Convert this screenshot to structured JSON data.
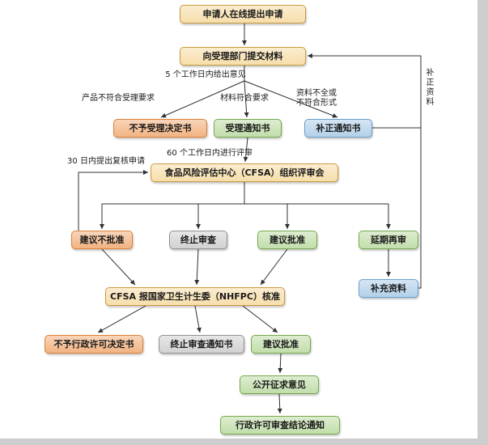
{
  "flowchart": {
    "nodes": {
      "apply_online": "申请人在线提出申请",
      "submit_materials": "向受理部门提交材料",
      "reject_acceptance": "不予受理决定书",
      "acceptance_notice": "受理通知书",
      "correction_notice": "补正通知书",
      "cfsa_review": "食品风险评估中心（CFSA）组织评审会",
      "not_approve": "建议不批准",
      "terminate_review": "终止审查",
      "recommend_approve": "建议批准",
      "postpone_review": "延期再审",
      "supplement_materials": "补充资料",
      "nhfpc_approval": "CFSA 报国家卫生计生委（NHFPC）核准",
      "no_license": "不予行政许可决定书",
      "terminate_notice": "终止审查通知书",
      "recommend_approve2": "建议批准",
      "public_comment": "公开征求意见",
      "conclusion_notice": "行政许可审查结论通知"
    },
    "labels": {
      "five_days": "5 个工作日内给出意见",
      "product_fail": "产品不符合受理要求",
      "material_ok": "材料符合要求",
      "material_incomplete": "资料不全或\n不符合形式",
      "sixty_days": "60 个工作日内进行评审",
      "thirty_days": "30 日内提出复核申请",
      "correction_materials": "补正资料"
    },
    "edges": [
      {
        "from": "apply_online",
        "to": "submit_materials"
      },
      {
        "from": "submit_materials",
        "to": "reject_acceptance",
        "label": "产品不符合受理要求"
      },
      {
        "from": "submit_materials",
        "to": "acceptance_notice",
        "label": "材料符合要求"
      },
      {
        "from": "submit_materials",
        "to": "correction_notice",
        "label": "资料不全或不符合形式"
      },
      {
        "from": "correction_notice",
        "to": "submit_materials",
        "label": "补正资料"
      },
      {
        "from": "acceptance_notice",
        "to": "cfsa_review",
        "label": "60 个工作日内进行评审"
      },
      {
        "from": "cfsa_review",
        "to": "not_approve"
      },
      {
        "from": "cfsa_review",
        "to": "terminate_review"
      },
      {
        "from": "cfsa_review",
        "to": "recommend_approve"
      },
      {
        "from": "cfsa_review",
        "to": "postpone_review"
      },
      {
        "from": "not_approve",
        "to": "cfsa_review",
        "label": "30 日内提出复核申请"
      },
      {
        "from": "postpone_review",
        "to": "supplement_materials"
      },
      {
        "from": "supplement_materials",
        "to": "submit_materials"
      },
      {
        "from": "not_approve",
        "to": "nhfpc_approval"
      },
      {
        "from": "terminate_review",
        "to": "nhfpc_approval"
      },
      {
        "from": "recommend_approve",
        "to": "nhfpc_approval"
      },
      {
        "from": "nhfpc_approval",
        "to": "no_license"
      },
      {
        "from": "nhfpc_approval",
        "to": "terminate_notice"
      },
      {
        "from": "nhfpc_approval",
        "to": "recommend_approve2"
      },
      {
        "from": "recommend_approve2",
        "to": "public_comment"
      },
      {
        "from": "public_comment",
        "to": "conclusion_notice"
      }
    ],
    "palette": {
      "tan_light": "#fdf3dc",
      "tan_dark": "#f7deab",
      "tan_border": "#c99b3f",
      "salmon_light": "#fbdfc9",
      "salmon_dark": "#f2b381",
      "salmon_border": "#d9823b",
      "green_light": "#e6f2da",
      "green_dark": "#c2deab",
      "green_border": "#76a84e",
      "blue_light": "#e2eef8",
      "blue_dark": "#b3d1e9",
      "blue_border": "#6aa0cc",
      "gray_light": "#f0f0f0",
      "gray_dark": "#d2d2d2",
      "gray_border": "#929292",
      "line": "#303030",
      "text": "#1a1a1a"
    }
  }
}
